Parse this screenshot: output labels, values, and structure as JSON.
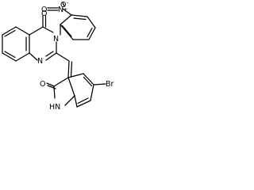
{
  "structure": {
    "atoms": {
      "nitro_n": "N",
      "nitro_n_charge": "+",
      "nitro_o_top": "O",
      "nitro_o_top_charge": "-",
      "nitro_o_side": "O",
      "quinazolinone_o": "O",
      "quinazolinone_n3": "N",
      "quinazolinone_n1": "N",
      "indolinone_o": "O",
      "indolinone_nh": "HN",
      "bromine": "Br"
    }
  }
}
